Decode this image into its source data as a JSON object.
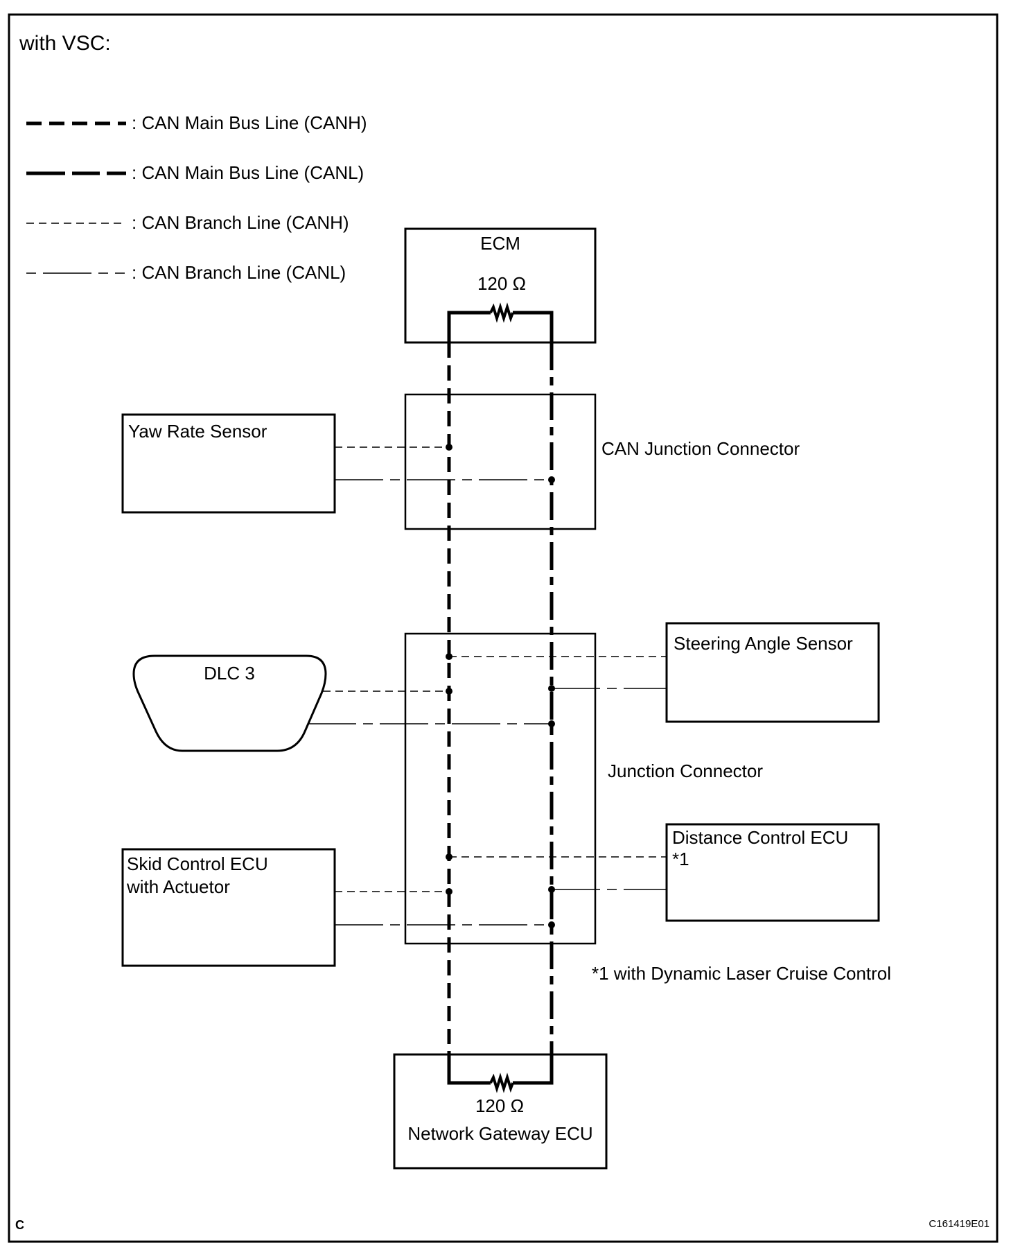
{
  "title": "with VSC:",
  "legend": [
    {
      "style": "main-canh",
      "label": ": CAN Main Bus Line (CANH)"
    },
    {
      "style": "main-canl",
      "label": ": CAN Main Bus Line (CANL)"
    },
    {
      "style": "branch-canh",
      "label": ": CAN Branch Line (CANH)"
    },
    {
      "style": "branch-canl",
      "label": ": CAN Branch Line (CANL)"
    }
  ],
  "components": {
    "ecm": {
      "name": "ECM",
      "resistance": "120 Ω"
    },
    "can_junction_connector": {
      "name": "CAN Junction Connector"
    },
    "yaw_rate_sensor": {
      "name": "Yaw Rate Sensor"
    },
    "dlc3": {
      "name": "DLC 3"
    },
    "steering_angle_sensor": {
      "name": "Steering Angle Sensor"
    },
    "junction_connector": {
      "name": "Junction Connector"
    },
    "distance_control_ecu": {
      "name": "Distance Control ECU",
      "note_ref": "*1"
    },
    "skid_control_ecu": {
      "name_line1": "Skid Control ECU",
      "name_line2": "with Actuetor"
    },
    "network_gateway_ecu": {
      "name": "Network Gateway ECU",
      "resistance": "120 Ω"
    }
  },
  "footnote": "*1 with Dynamic Laser Cruise Control",
  "corner_letter": "C",
  "figure_code": "C161419E01"
}
